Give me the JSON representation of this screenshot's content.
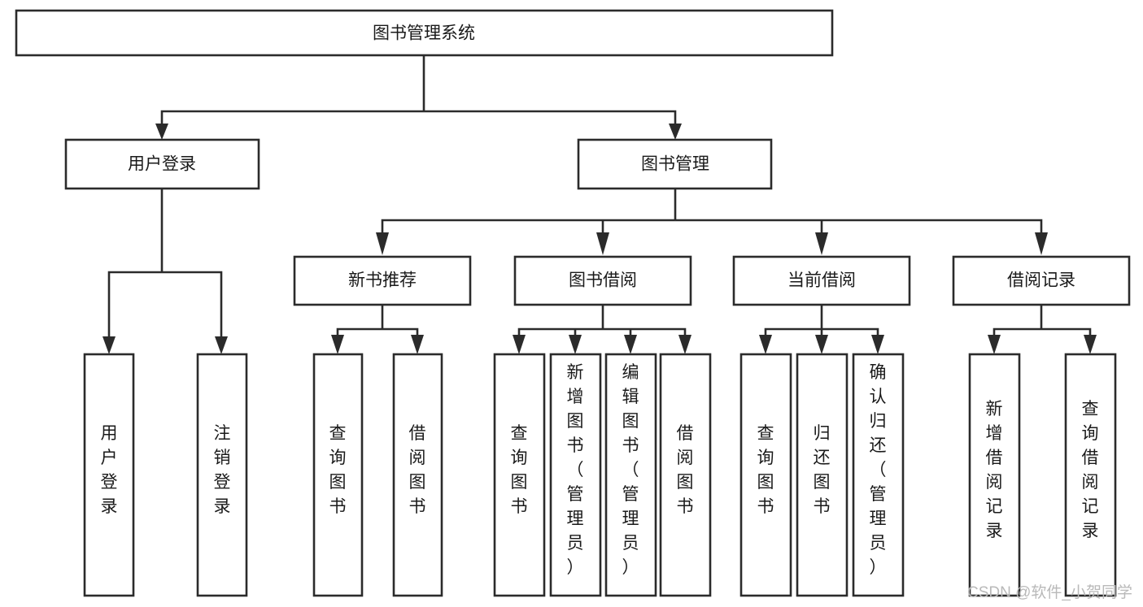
{
  "diagram": {
    "title": "图书管理系统",
    "type": "tree-hierarchy-chart",
    "root": {
      "id": "root",
      "label": "图书管理系统"
    },
    "level2": [
      {
        "id": "user-login",
        "label": "用户登录"
      },
      {
        "id": "book-management",
        "label": "图书管理"
      }
    ],
    "level3": [
      {
        "id": "new-book-recommend",
        "label": "新书推荐",
        "parent": "book-management"
      },
      {
        "id": "book-borrow",
        "label": "图书借阅",
        "parent": "book-management"
      },
      {
        "id": "current-borrow",
        "label": "当前借阅",
        "parent": "book-management"
      },
      {
        "id": "borrow-record",
        "label": "借阅记录",
        "parent": "book-management"
      }
    ],
    "leaves": {
      "user-login": [
        {
          "id": "leaf-user-login",
          "label": "用户登录"
        },
        {
          "id": "leaf-logout",
          "label": "注销登录"
        }
      ],
      "new-book-recommend": [
        {
          "id": "leaf-query-book-1",
          "label": "查询图书"
        },
        {
          "id": "leaf-borrow-book-1",
          "label": "借阅图书"
        }
      ],
      "book-borrow": [
        {
          "id": "leaf-query-book-2",
          "label": "查询图书"
        },
        {
          "id": "leaf-add-book",
          "label": "新增图书（管理员）"
        },
        {
          "id": "leaf-edit-book",
          "label": "编辑图书（管理员）"
        },
        {
          "id": "leaf-borrow-book-2",
          "label": "借阅图书"
        }
      ],
      "current-borrow": [
        {
          "id": "leaf-query-book-3",
          "label": "查询图书"
        },
        {
          "id": "leaf-return-book",
          "label": "归还图书"
        },
        {
          "id": "leaf-confirm-return",
          "label": "确认归还（管理员）"
        }
      ],
      "borrow-record": [
        {
          "id": "leaf-add-record",
          "label": "新增借阅记录"
        },
        {
          "id": "leaf-query-record",
          "label": "查询借阅记录"
        }
      ]
    },
    "colors": {
      "box_stroke": "#2b2b2b",
      "box_fill": "#ffffff",
      "text": "#1a1a1a",
      "connector": "#2b2b2b",
      "watermark": "#b9b9b9",
      "background": "#ffffff"
    }
  },
  "watermark": {
    "text": "CSDN @软件_小贺同学"
  }
}
